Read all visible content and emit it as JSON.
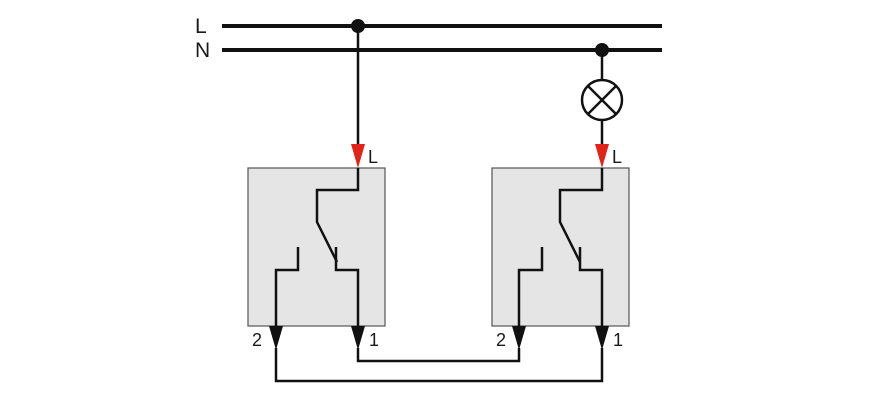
{
  "labels": {
    "line_L": "L",
    "line_N": "N",
    "switch_left": {
      "input": "L",
      "terminal_2": "2",
      "terminal_1": "1"
    },
    "switch_right": {
      "input": "L",
      "terminal_2": "2",
      "terminal_1": "1"
    }
  },
  "colors": {
    "wire": "#111111",
    "arrow_input": "#e2231a",
    "arrow_output": "#111111",
    "box_fill": "#e5e5e5",
    "box_stroke": "#555555"
  },
  "icons": [
    "lamp-icon",
    "junction-dot"
  ]
}
